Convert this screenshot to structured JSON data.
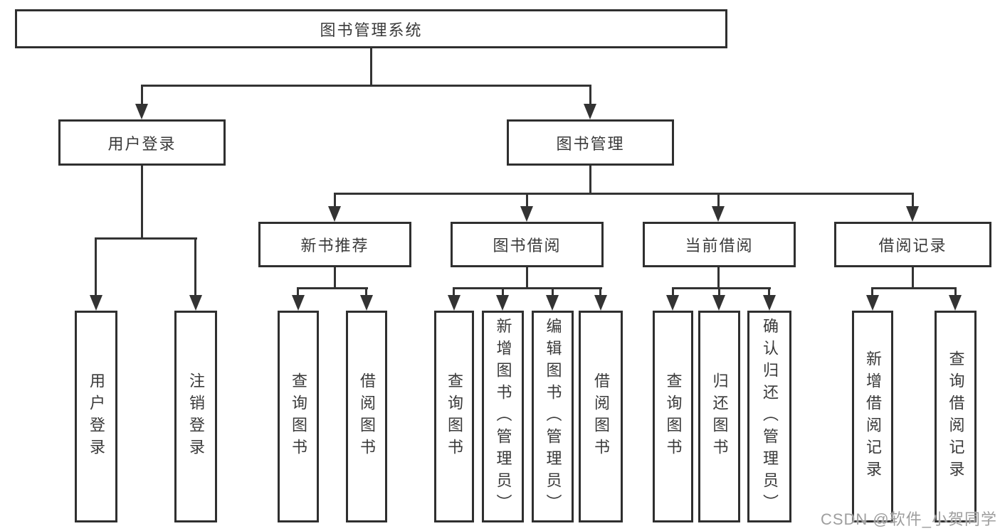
{
  "diagram_title": "图书管理系统",
  "tree": {
    "root": {
      "label": "图书管理系统",
      "children": [
        {
          "label": "用户登录",
          "children": [
            {
              "label": "用户登录"
            },
            {
              "label": "注销登录"
            }
          ]
        },
        {
          "label": "图书管理",
          "children": [
            {
              "label": "新书推荐",
              "children": [
                {
                  "label": "查询图书"
                },
                {
                  "label": "借阅图书"
                }
              ]
            },
            {
              "label": "图书借阅",
              "children": [
                {
                  "label": "查询图书"
                },
                {
                  "label": "新增图书（管理员）"
                },
                {
                  "label": "编辑图书（管理员）"
                },
                {
                  "label": "借阅图书"
                }
              ]
            },
            {
              "label": "当前借阅",
              "children": [
                {
                  "label": "查询图书"
                },
                {
                  "label": "归还图书"
                },
                {
                  "label": "确认归还（管理员）"
                }
              ]
            },
            {
              "label": "借阅记录",
              "children": [
                {
                  "label": "新增借阅记录"
                },
                {
                  "label": "查询借阅记录"
                }
              ]
            }
          ]
        }
      ]
    }
  },
  "colors": {
    "line": "#333333",
    "border": "#2f2f2f",
    "text": "#3a3a3a",
    "watermark": "#9e9e9e",
    "background": "#ffffff"
  },
  "watermark": {
    "text": "CSDN @软件_小贺同学"
  }
}
